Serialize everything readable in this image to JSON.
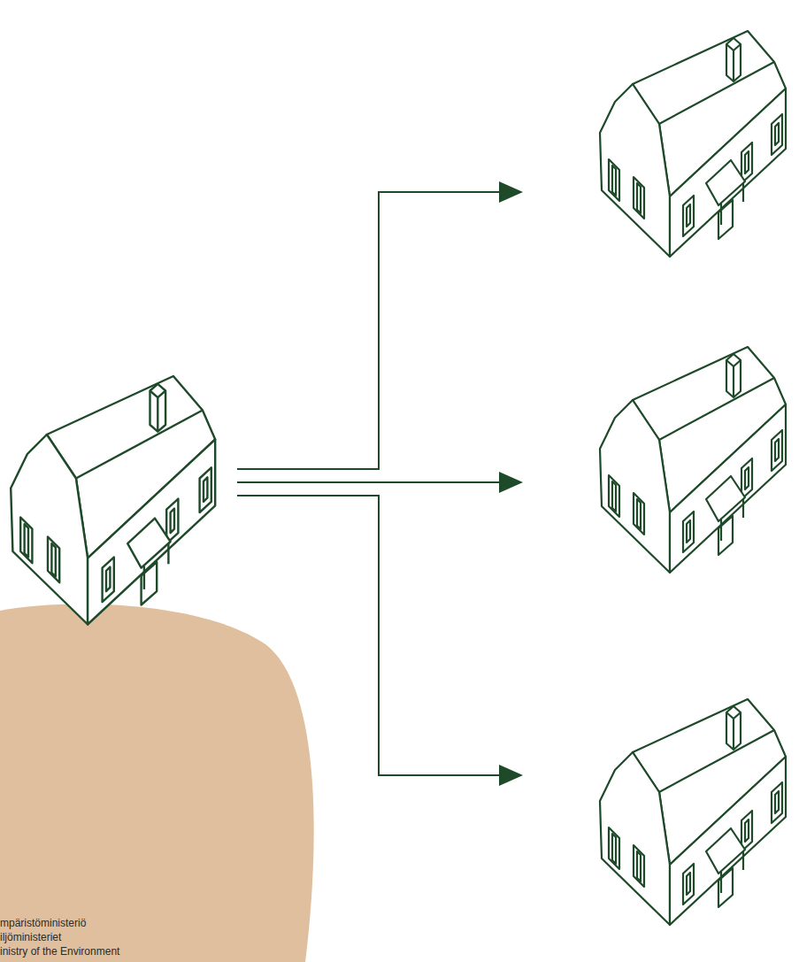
{
  "diagram": {
    "labels": [
      "mpäristöministeriö",
      "iljöministeriet",
      "inistry of the Environment"
    ]
  }
}
